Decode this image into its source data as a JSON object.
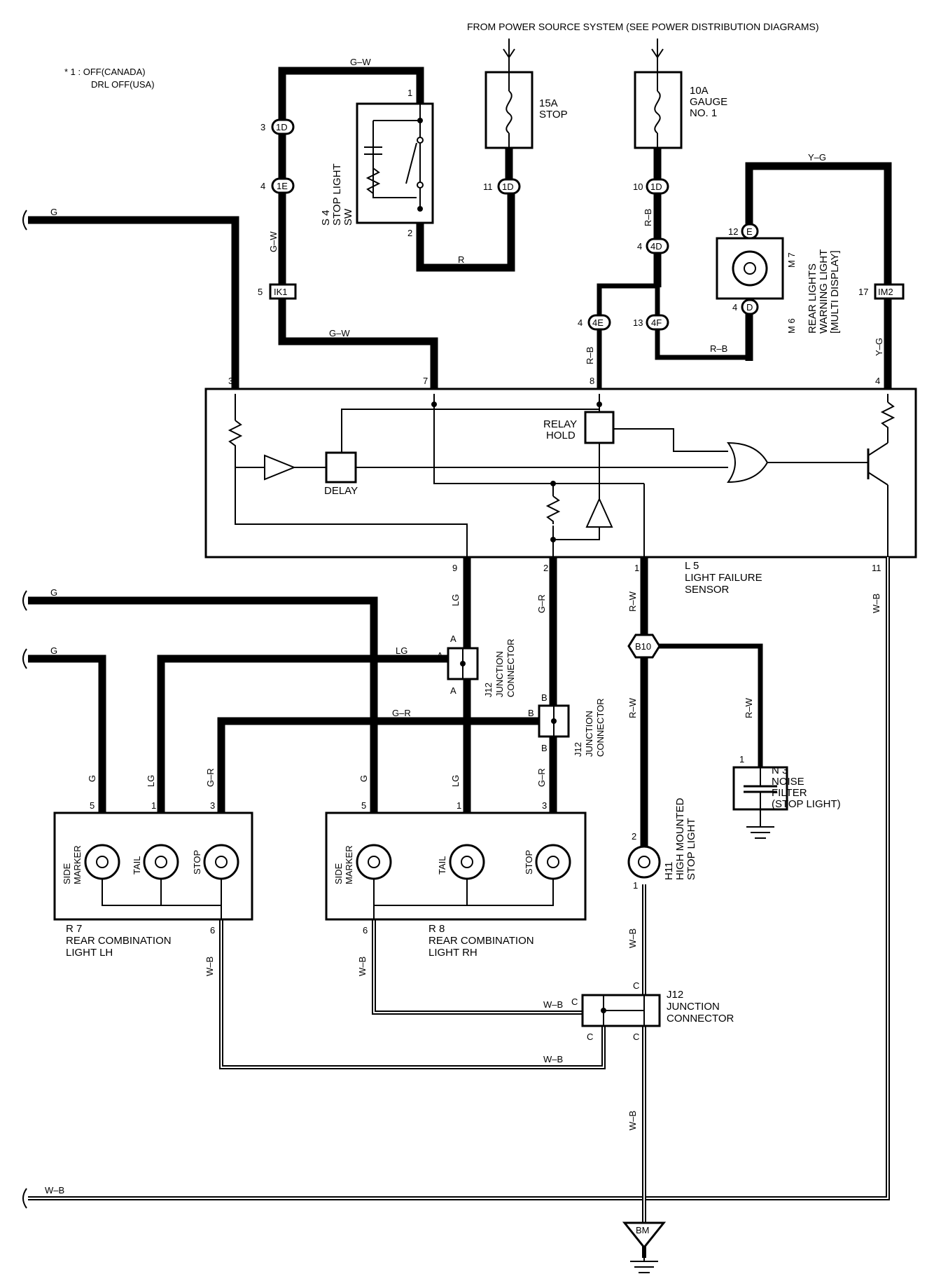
{
  "header": {
    "power_source": "FROM POWER SOURCE SYSTEM (SEE POWER DISTRIBUTION DIAGRAMS)",
    "footnote_1": "* 1 : OFF(CANADA)",
    "footnote_2": "DRL OFF(USA)"
  },
  "fuses": {
    "stop": [
      "15A",
      "STOP"
    ],
    "gauge": [
      "10A",
      "GAUGE",
      "NO. 1"
    ]
  },
  "components": {
    "s4": [
      "S 4",
      "STOP LIGHT",
      "SW"
    ],
    "m6_m7": [
      "M 6",
      "M 7",
      "REAR LIGHTS",
      "WARNING LIGHT",
      "[MULTI DISPLAY]"
    ],
    "l5": [
      "L 5",
      "LIGHT FAILURE",
      "SENSOR"
    ],
    "relay_hold": [
      "RELAY",
      "HOLD"
    ],
    "delay": "DELAY",
    "n3": [
      "N 3",
      "NOISE",
      "FILTER",
      "(STOP LIGHT)"
    ],
    "h11": [
      "H11",
      "HIGH MOUNTED",
      "STOP LIGHT"
    ],
    "r7": [
      "R 7",
      "REAR COMBINATION",
      "LIGHT LH"
    ],
    "r8": [
      "R 8",
      "REAR COMBINATION",
      "LIGHT RH"
    ],
    "j12": [
      "J12",
      "JUNCTION",
      "CONNECTOR"
    ],
    "bulbs": [
      "SIDE",
      "MARKER",
      "TAIL",
      "STOP"
    ]
  },
  "connectors": {
    "c1D": "1D",
    "c1E": "1E",
    "c4D": "4D",
    "c4E": "4E",
    "c4F": "4F",
    "cIK1": "IK1",
    "cIM2": "IM2",
    "cB10": "B10",
    "cBM": "BM",
    "cE": "E",
    "cD": "D"
  },
  "wires": {
    "g": "G",
    "gw": "G–W",
    "r": "R",
    "rb": "R–B",
    "yg": "Y–G",
    "lg": "LG",
    "gr": "G–R",
    "rw": "R–W",
    "wb": "W–B"
  },
  "pins": {
    "p1": "1",
    "p2": "2",
    "p3": "3",
    "p4": "4",
    "p5": "5",
    "p6": "6",
    "p7": "7",
    "p8": "8",
    "p9": "9",
    "p10": "10",
    "p11": "11",
    "p12": "12",
    "p13": "13",
    "p17": "17",
    "A": "A",
    "B": "B",
    "C": "C"
  }
}
